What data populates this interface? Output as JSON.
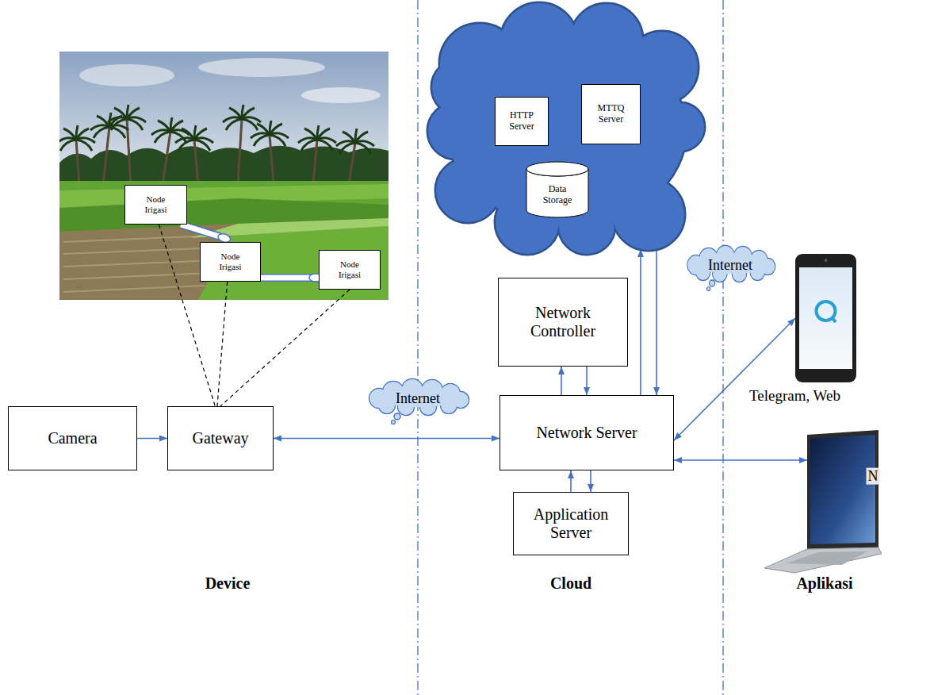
{
  "diagram": {
    "nodes": [
      {
        "text": [
          "Node Irigasi"
        ]
      },
      {
        "text": [
          "Node Irigasi"
        ]
      },
      {
        "text": [
          "Node Irigasi"
        ]
      },
      {
        "text": []
      },
      {
        "text": [
          "HTTP Server"
        ],
        "in": 3
      },
      {
        "text": [
          "MTTQ Server"
        ],
        "in": 3
      },
      {
        "text": [
          "Data Storage"
        ],
        "in": 3
      },
      {
        "text": [
          "Telegram, Web"
        ]
      },
      {
        "text": [
          "Network Controller"
        ]
      },
      {
        "text": [
          "Camera"
        ]
      },
      {
        "text": [
          "Gateway"
        ]
      },
      {
        "text": [
          "Network Server"
        ]
      },
      {
        "text": []
      },
      {
        "text": [
          "Application Server"
        ]
      }
    ],
    "edges": [
      {
        "from": 0,
        "to": 1,
        "arrow": "none"
      },
      {
        "from": 1,
        "to": 2,
        "arrow": "none"
      },
      {
        "from": 0,
        "to": 10,
        "arrow": "none"
      },
      {
        "from": 1,
        "to": 10,
        "arrow": "none"
      },
      {
        "from": 2,
        "to": 10,
        "arrow": "none"
      },
      {
        "from": 9,
        "to": 10,
        "arrow": "to"
      },
      {
        "from": 10,
        "to": 11,
        "arrow": "both"
      },
      {
        "from": 11,
        "to": 8,
        "arrow": "to"
      },
      {
        "from": 8,
        "to": 11,
        "arrow": "to"
      },
      {
        "from": 11,
        "to": 13,
        "arrow": "to"
      },
      {
        "from": 13,
        "to": 11,
        "arrow": "to"
      },
      {
        "from": 11,
        "to": 3,
        "arrow": "to"
      },
      {
        "from": 3,
        "to": 11,
        "arrow": "to"
      },
      {
        "from": 11,
        "to": 7,
        "arrow": "both"
      },
      {
        "from": 11,
        "to": 12,
        "arrow": "both"
      }
    ],
    "labels": [
      "Internet",
      "Internet",
      "Device",
      "Cloud",
      "Aplikasi",
      "N"
    ]
  }
}
